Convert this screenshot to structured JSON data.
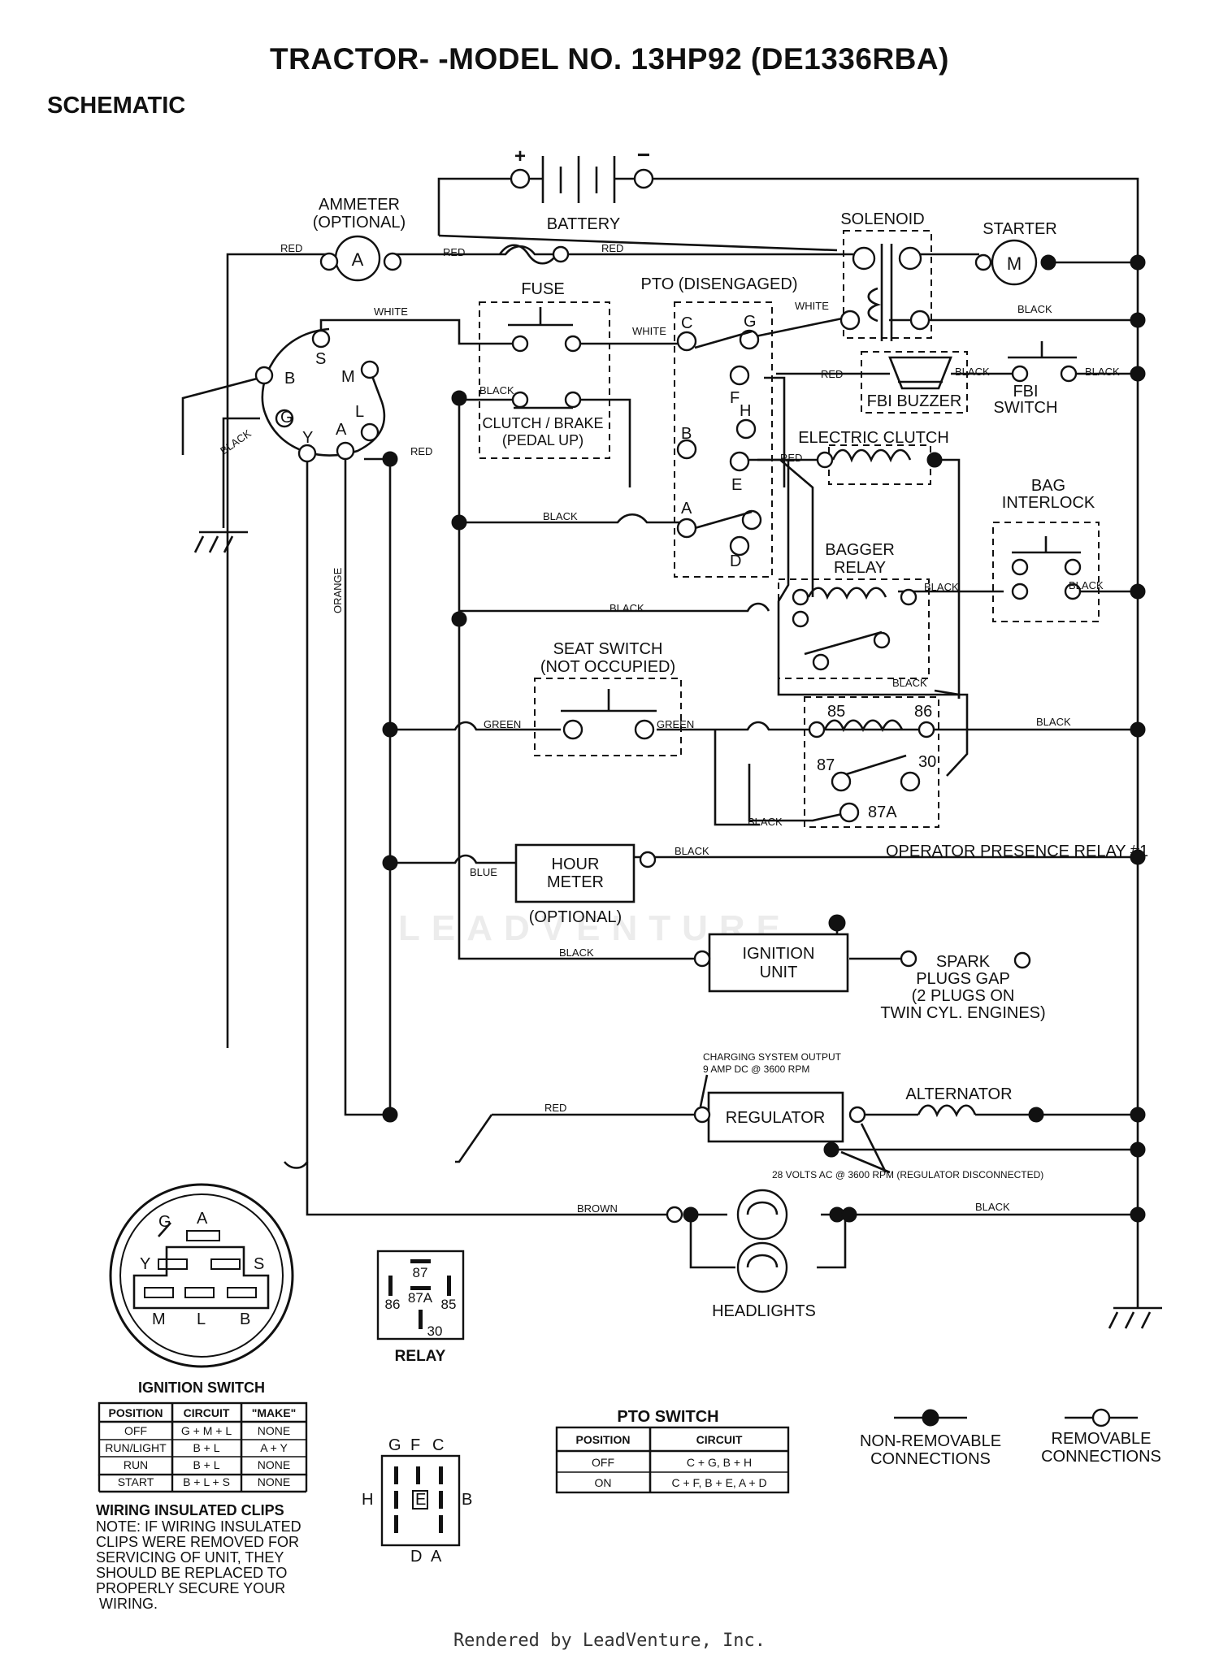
{
  "title": "TRACTOR- -MODEL NO. 13HP92 (DE1336RBA)",
  "subtitle": "SCHEMATIC",
  "footer": "Rendered by LeadVenture, Inc.",
  "watermark": "LEADVENTURE",
  "components": {
    "battery": "BATTERY",
    "battery_plus": "+",
    "battery_minus": "−",
    "ammeter": [
      "AMMETER",
      "(OPTIONAL)"
    ],
    "ammeter_symbol": "A",
    "fuse": "FUSE",
    "pto": "PTO (DISENGAGED)",
    "solenoid": "SOLENOID",
    "starter": "STARTER",
    "starter_symbol": "M",
    "clutch_brake": [
      "CLUTCH / BRAKE",
      "(PEDAL UP)"
    ],
    "fbi_buzzer": "FBI BUZZER",
    "fbi_switch": [
      "FBI",
      "SWITCH"
    ],
    "electric_clutch": "ELECTRIC CLUTCH",
    "bag_interlock": [
      "BAG",
      "INTERLOCK"
    ],
    "bagger_relay": [
      "BAGGER",
      "RELAY"
    ],
    "seat_switch": [
      "SEAT SWITCH",
      "(NOT OCCUPIED)"
    ],
    "hour_meter": [
      "HOUR",
      "METER"
    ],
    "hour_meter_optional": "(OPTIONAL)",
    "operator_presence_relay": "OPERATOR PRESENCE RELAY #1",
    "ignition_unit": [
      "IGNITION",
      "UNIT"
    ],
    "spark_plugs": [
      "SPARK",
      "PLUGS GAP",
      "(2 PLUGS ON",
      "TWIN CYL. ENGINES)"
    ],
    "charging_output": [
      "CHARGING SYSTEM OUTPUT",
      "9 AMP DC @ 3600 RPM"
    ],
    "alternator": "ALTERNATOR",
    "regulator": "REGULATOR",
    "ac_output": "28 VOLTS AC @ 3600 RPM (REGULATOR DISCONNECTED)",
    "headlights": "HEADLIGHTS",
    "relay": "RELAY"
  },
  "pto_terminals": {
    "c": "C",
    "g": "G",
    "f": "F",
    "h": "H",
    "b": "B",
    "e": "E",
    "a": "A",
    "d": "D"
  },
  "ignition_terminals": {
    "b": "B",
    "s": "S",
    "m": "M",
    "g": "G",
    "l": "L",
    "y": "Y",
    "a": "A"
  },
  "relay_terminals": {
    "t85": "85",
    "t86": "86",
    "t87": "87",
    "t30": "30",
    "t87a": "87A"
  },
  "wires": {
    "red": "RED",
    "white": "WHITE",
    "black": "BLACK",
    "green": "GREEN",
    "blue": "BLUE",
    "orange": "ORANGE",
    "brown": "BROWN"
  },
  "ignition_switch_plug": {
    "letters": {
      "g": "G",
      "a": "A",
      "y": "Y",
      "s": "S",
      "m": "M",
      "l": "L",
      "b": "B"
    },
    "title": "IGNITION SWITCH"
  },
  "ignition_table": {
    "headers": [
      "POSITION",
      "CIRCUIT",
      "\"MAKE\""
    ],
    "rows": [
      [
        "OFF",
        "G + M + L",
        "NONE"
      ],
      [
        "RUN/LIGHT",
        "B + L",
        "A + Y"
      ],
      [
        "RUN",
        "B + L",
        "NONE"
      ],
      [
        "START",
        "B + L + S",
        "NONE"
      ]
    ]
  },
  "relay_diagram": {
    "t87": "87",
    "t86": "86",
    "t87a": "87A",
    "t85": "85",
    "t30": "30"
  },
  "pto_plug": {
    "g": "G",
    "f": "F",
    "c": "C",
    "h": "H",
    "e": "E",
    "b": "B",
    "d": "D",
    "a": "A"
  },
  "pto_table": {
    "title": "PTO SWITCH",
    "headers": [
      "POSITION",
      "CIRCUIT"
    ],
    "rows": [
      [
        "OFF",
        "C + G, B + H"
      ],
      [
        "ON",
        "C + F, B + E, A + D"
      ]
    ]
  },
  "notes": {
    "clips_title": "WIRING INSULATED CLIPS",
    "clips_text": [
      "NOTE: IF WIRING INSULATED",
      "CLIPS WERE REMOVED FOR",
      "SERVICING OF UNIT, THEY",
      "SHOULD BE REPLACED TO",
      "PROPERLY SECURE YOUR",
      "WIRING."
    ]
  },
  "legend": {
    "non_removable": [
      "NON-REMOVABLE",
      "CONNECTIONS"
    ],
    "removable": [
      "REMOVABLE",
      "CONNECTIONS"
    ]
  }
}
